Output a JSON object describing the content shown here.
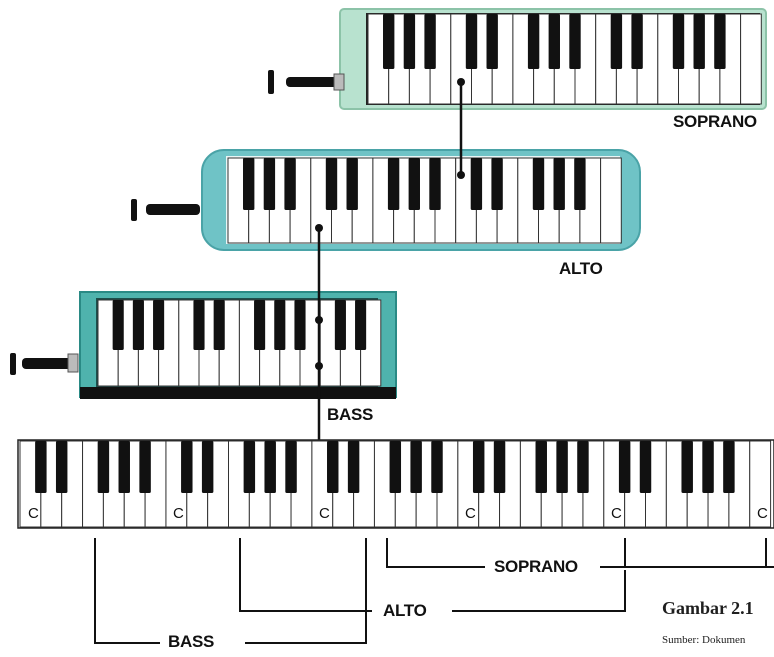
{
  "labels": {
    "soprano": "SOPRANO",
    "alto": "ALTO",
    "bass": "BASS"
  },
  "keyboard": {
    "c_label": "C",
    "c_marks": [
      "C",
      "C",
      "C",
      "C",
      "C",
      "C"
    ]
  },
  "brackets": {
    "soprano": "SOPRANO",
    "alto": "ALTO",
    "bass": "BASS"
  },
  "caption": {
    "title": "Gambar 2.1",
    "source": "Sumber: Dokumen"
  },
  "colors": {
    "soprano_body": "#b8e2cf",
    "alto_body": "#6fc3c6",
    "bass_body": "#4fb3ad",
    "black_key": "#111111",
    "white_key": "#ffffff",
    "line": "#111111"
  },
  "icons": {
    "mouthpiece": "mouthpiece-icon"
  }
}
